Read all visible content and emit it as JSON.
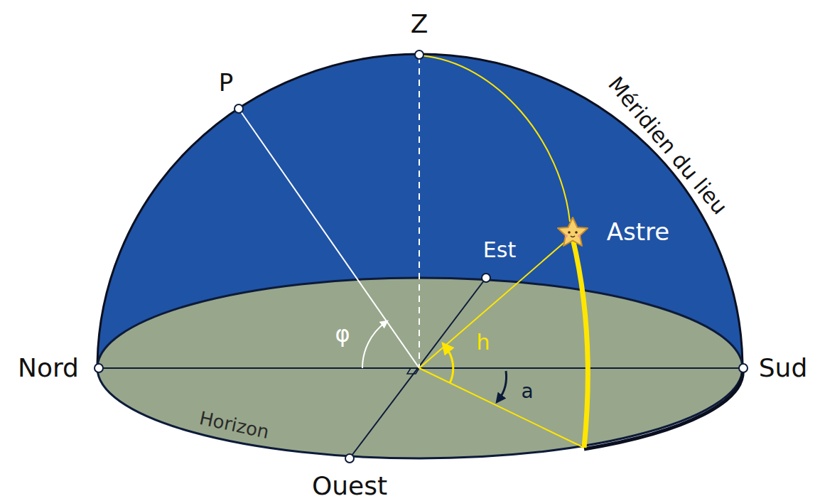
{
  "diagram": {
    "labels": [
      "Z",
      "P",
      "Méridien du lieu",
      "Astre",
      "Est",
      "φ",
      "h",
      "Nord",
      "Sud",
      "Horizon",
      "a",
      "Ouest"
    ]
  }
}
